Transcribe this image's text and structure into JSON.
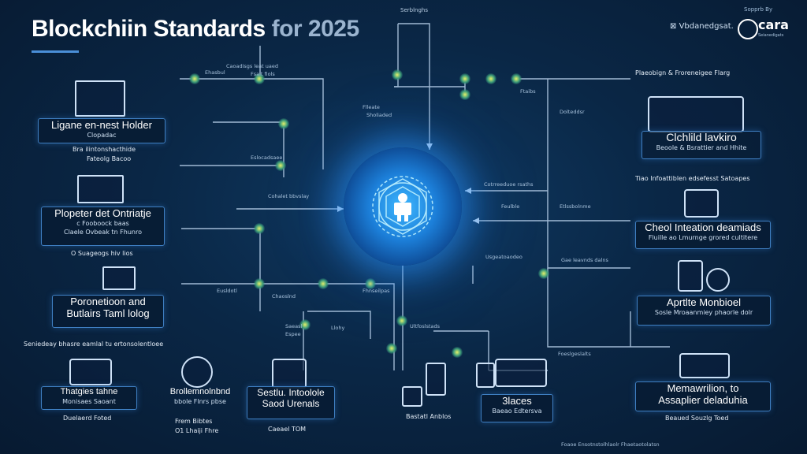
{
  "header": {
    "title_main": "Blockchiin Standards ",
    "title_sub": "for 2025",
    "sponsor_label": "Sopprb By",
    "brand_left": "Vbdanedgsat.",
    "brand_right": "cara",
    "brand_right_small": "Seianedigats",
    "top_center_label": "Serblnghs"
  },
  "left_column": [
    {
      "title": "Ligane en-nest Holder",
      "subtitle": "Clopadac",
      "caption1": "Bra ilintonshacthide",
      "caption2": "Fateolg Bacoo"
    },
    {
      "title": "Plopeter det Ontriatje",
      "subtitle": "c Fooboock baas",
      "subtitle2": "Claele Ovbeak tn Fhunro",
      "caption1": "O Suageogs hiv lios"
    },
    {
      "title": "Poronetioon and",
      "title2": "Butlairs Taml lolog",
      "caption1": "Seniedeay bhasre eamlal tu ertonsolentloee"
    }
  ],
  "bottom_row": [
    {
      "title": "Thatgies tahne",
      "subtitle": "Monisaes Saoant",
      "caption1": "Duelaerd Foted"
    },
    {
      "title": "Brollemnolnbnd",
      "subtitle": "bbole Flnrs pbse",
      "caption1": "Frem Bibtes",
      "caption2": "O1 Lhaiji Fhre"
    },
    {
      "title": "Sestlu. Intoolole",
      "subtitle": "Saod Urenals",
      "caption1": "Caeael TOM"
    },
    {
      "caption1": "Bastatl Anblos"
    },
    {
      "title": "3laces",
      "subtitle": "Baeao Edtersva"
    }
  ],
  "right_column": [
    {
      "header": "Plaeobign & Froreneigee Flarg",
      "title": "Clchlild lavkiro",
      "subtitle": "Beoole & Bsrattier and Hhite"
    },
    {
      "header": "Tiao Infoattiblen edsefesst Satoapes",
      "title": "Cheol Inteation deamiads",
      "subtitle": "Fluille ao Lmurnge grored cultitere"
    },
    {
      "title": "Aprtlte Monbioel",
      "subtitle": "Sosle Mroaanmiey phaorle dolr"
    },
    {
      "title": "Memawrilion, to",
      "title2": "Assaplier deladuhia",
      "caption1": "Beaued Souzlg Toed"
    }
  ],
  "flow_labels": [
    "Caoadisgs leat uaed",
    "Fsalt fiols",
    "Ehasbul",
    "Flleate",
    "Sholiaded",
    "Eslocadsaee",
    "Cohalet bbvslay",
    "Eusldotl",
    "Chaoslnd",
    "Fhnseilpas",
    "Cotrreeduoe rsaths",
    "Feulble",
    "Etlssbolnme",
    "Saeasl",
    "Espee",
    "Llohy",
    "Ultfoslstads",
    "Usgeatoaodeo",
    "Ftaibs",
    "Dolteddsr",
    "Foeslgeslalts",
    "Gae leavnds dalns",
    "Foaoe Ensotnstolhlaolr Fhaetaotolatsn"
  ]
}
